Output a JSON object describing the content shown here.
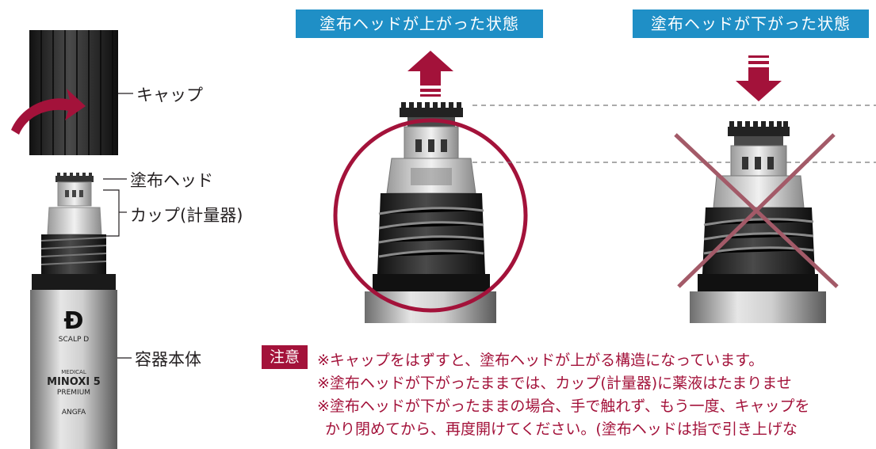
{
  "banners": {
    "up": "塗布ヘッドが上がった状態",
    "down": "塗布ヘッドが下がった状態"
  },
  "labels": {
    "cap": "キャップ",
    "head": "塗布ヘッド",
    "cup": "カップ(計量器)",
    "body": "容器本体"
  },
  "bottle": {
    "brand_top": "SCALP D",
    "medical": "MEDICAL",
    "product": "MINOXI 5",
    "premium": "PREMIUM",
    "maker": "ANGFA"
  },
  "note": {
    "badge": "注意",
    "lines": [
      "※キャップをはずすと、塗布ヘッドが上がる構造になっています。",
      "※塗布ヘッドが下がったままでは、カップ(計量器)に薬液はたまりませ",
      "※塗布ヘッドが下がったままの場合、手で触れず、もう一度、キャップを",
      "かり閉めてから、再度開けてください。(塗布ヘッドは指で引き上げな"
    ]
  },
  "colors": {
    "banner": "#1f8fc6",
    "accent": "#a3123a",
    "cross": "#a35a68"
  }
}
